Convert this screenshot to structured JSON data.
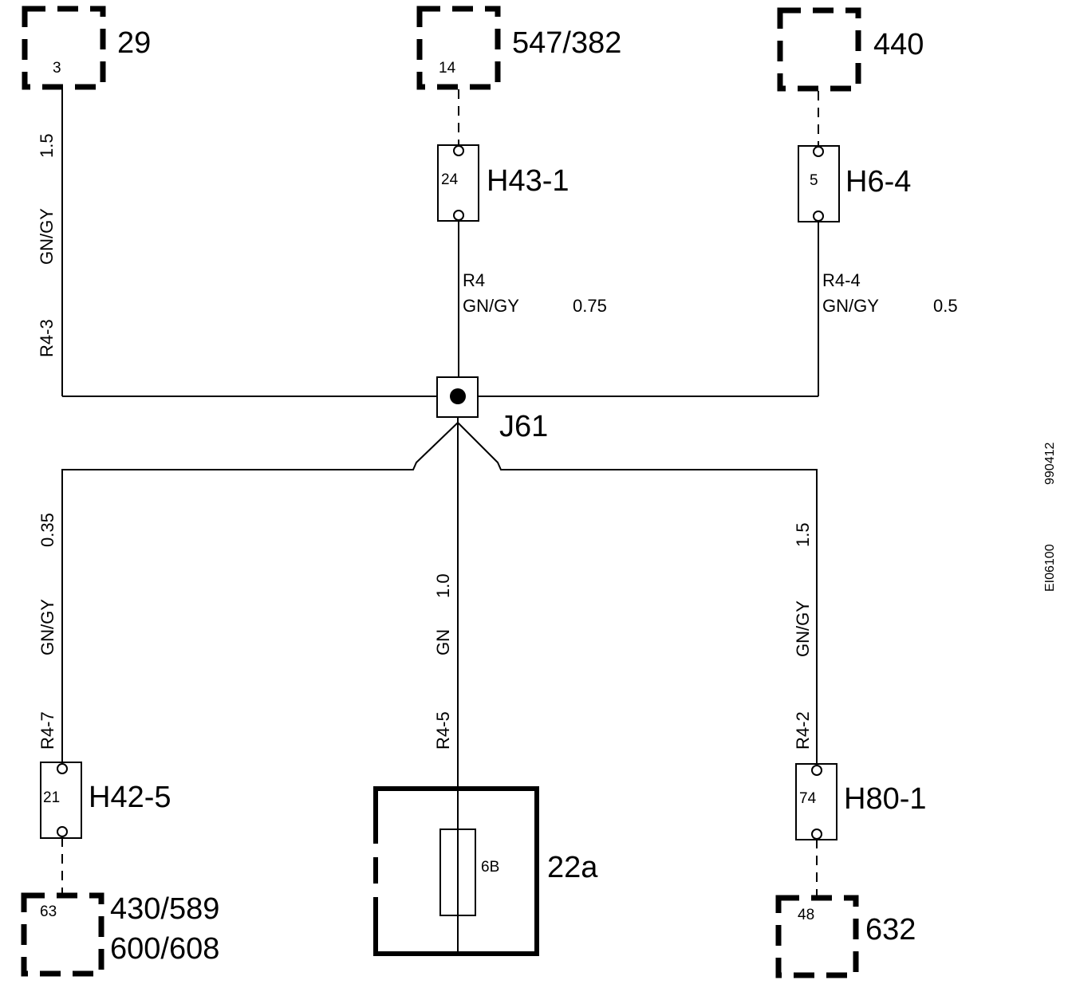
{
  "components": {
    "c29": {
      "label": "29",
      "pin": "3"
    },
    "c547": {
      "label": "547/382",
      "pin": "14"
    },
    "c440": {
      "label": "440"
    },
    "c430": {
      "label1": "430/589",
      "label2": "600/608",
      "pin": "63"
    },
    "c632": {
      "label": "632",
      "pin": "48"
    },
    "c22a": {
      "label": "22a",
      "fuse": "6B"
    }
  },
  "connectors": {
    "h43": {
      "label": "H43-1",
      "pin": "24"
    },
    "h6": {
      "label": "H6-4",
      "pin": "5"
    },
    "h42": {
      "label": "H42-5",
      "pin": "21"
    },
    "h80": {
      "label": "H80-1",
      "pin": "74"
    }
  },
  "junction": {
    "label": "J61"
  },
  "wires": {
    "w_left_top": {
      "size": "1.5",
      "color": "GN/GY",
      "id": "R4-3"
    },
    "w_mid_top": {
      "id": "R4",
      "color": "GN/GY",
      "size": "0.75"
    },
    "w_right_top": {
      "id": "R4-4",
      "color": "GN/GY",
      "size": "0.5"
    },
    "w_left_bot": {
      "size": "0.35",
      "color": "GN/GY",
      "id": "R4-7"
    },
    "w_mid_bot": {
      "size": "1.0",
      "color": "GN",
      "id": "R4-5"
    },
    "w_right_bot": {
      "size": "1.5",
      "color": "GN/GY",
      "id": "R4-2"
    }
  },
  "refs": {
    "date": "990412",
    "code": "EI06100"
  }
}
